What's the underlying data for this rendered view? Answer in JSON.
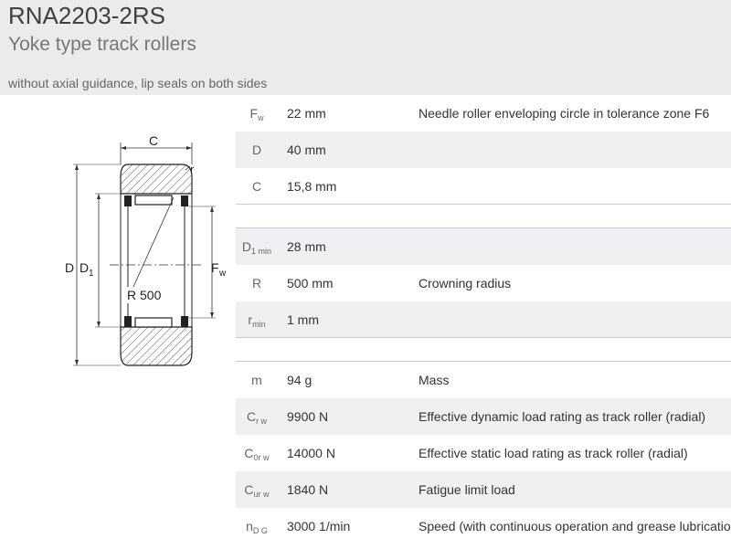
{
  "header": {
    "title": "RNA2203-2RS",
    "subtitle": "Yoke type track rollers",
    "note": "without axial guidance, lip seals on both sides"
  },
  "drawing": {
    "label_c": "C",
    "label_r": "r",
    "label_d": "D",
    "label_d1": "D",
    "label_d1_sub": "1",
    "label_fw": "F",
    "label_fw_sub": "w",
    "label_radius": "R 500"
  },
  "groups": [
    {
      "rows": [
        {
          "sym": "F",
          "sub": "w",
          "value": "22  mm",
          "desc": "Needle roller enveloping circle in tolerance zone F6"
        },
        {
          "sym": "D",
          "sub": "",
          "value": "40  mm",
          "desc": ""
        },
        {
          "sym": "C",
          "sub": "",
          "value": "15,8  mm",
          "desc": ""
        }
      ]
    },
    {
      "rows": [
        {
          "sym": "D",
          "sub": "1 min",
          "value": "28  mm",
          "desc": ""
        },
        {
          "sym": "R",
          "sub": "",
          "value": "500  mm",
          "desc": "Crowning radius"
        },
        {
          "sym": "r",
          "sub": "min",
          "value": "1  mm",
          "desc": ""
        }
      ]
    },
    {
      "rows": [
        {
          "sym": "m",
          "sub": "",
          "value": "94  g",
          "desc": "Mass"
        },
        {
          "sym": "C",
          "sub": "r w",
          "value": "9900  N",
          "desc": "Effective dynamic load rating as track roller (radial)"
        },
        {
          "sym": "C",
          "sub": "0r w",
          "value": "14000  N",
          "desc": "Effective static load rating as track roller (radial)"
        },
        {
          "sym": "C",
          "sub": "ur w",
          "value": "1840  N",
          "desc": "Fatigue limit load"
        },
        {
          "sym": "n",
          "sub": "D G",
          "value": "3000  1/min",
          "desc": "Speed (with continuous operation and grease lubrication)"
        }
      ]
    }
  ]
}
